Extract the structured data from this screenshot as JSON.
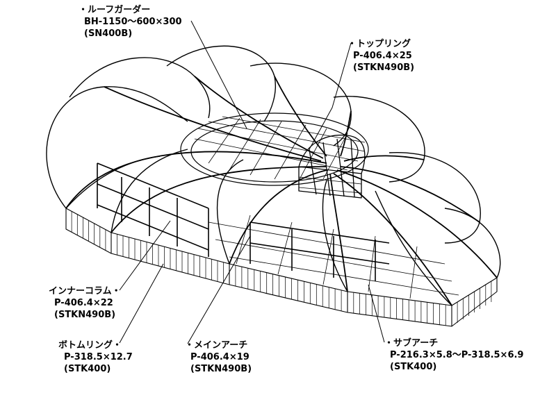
{
  "figure": {
    "callouts": [
      {
        "id": "roof-girder",
        "lines": [
          "・ルーフガーダー",
          "BH-1150～600×300",
          "(SN400B)"
        ]
      },
      {
        "id": "top-ring",
        "lines": [
          "・トップリング",
          "P-406.4×25",
          "(STKN490B)"
        ]
      },
      {
        "id": "inner-column",
        "lines": [
          "インナーコラム・",
          "P-406.4×22",
          "(STKN490B)"
        ]
      },
      {
        "id": "bottom-ring",
        "lines": [
          "ボトムリング・",
          "P-318.5×12.7",
          "(STK400)"
        ]
      },
      {
        "id": "main-arch",
        "lines": [
          "・メインアーチ",
          "P-406.4×19",
          "(STKN490B)"
        ]
      },
      {
        "id": "sub-arch",
        "lines": [
          "・サブアーチ",
          "P-216.3×5.8～P-318.5×6.9",
          "(STK400)"
        ]
      }
    ],
    "colors": {
      "line": "#000000",
      "background": "#ffffff"
    }
  }
}
